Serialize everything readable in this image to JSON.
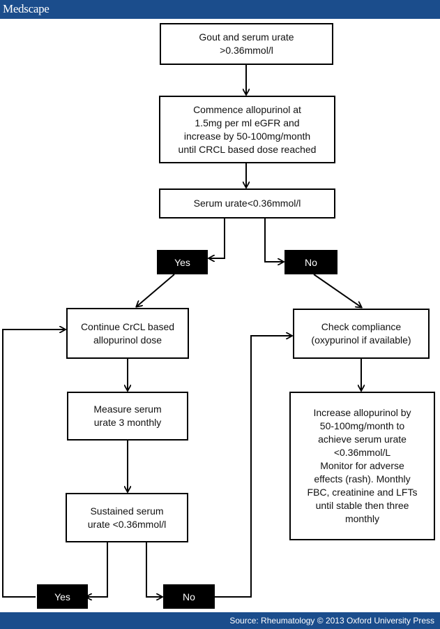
{
  "header": {
    "logo": "Medscape"
  },
  "footer": {
    "source": "Source: Rheumatology © 2013 Oxford University Press"
  },
  "flowchart": {
    "start": [
      "Gout and serum urate",
      ">0.36mmol/l"
    ],
    "commence": [
      "Commence allopurinol at",
      "1.5mg per ml eGFR and",
      "increase by 50-100mg/month",
      "until CRCL based dose reached"
    ],
    "check_urate": "Serum urate<0.36mmol/l",
    "yes_1": "Yes",
    "no_1": "No",
    "continue": [
      "Continue CrCL based",
      "allopurinol dose"
    ],
    "compliance": [
      "Check compliance",
      "(oxypurinol if available)"
    ],
    "measure": [
      "Measure serum",
      "urate 3 monthly"
    ],
    "increase": [
      "Increase allopurinol by",
      "50-100mg/month to",
      "achieve serum urate",
      "<0.36mmol/L",
      "Monitor for adverse",
      "effects (rash). Monthly",
      "FBC, creatinine and LFTs",
      "until stable then three",
      "monthly"
    ],
    "sustained": [
      "Sustained serum",
      "urate <0.36mmol/l"
    ],
    "yes_2": "Yes",
    "no_2": "No"
  }
}
